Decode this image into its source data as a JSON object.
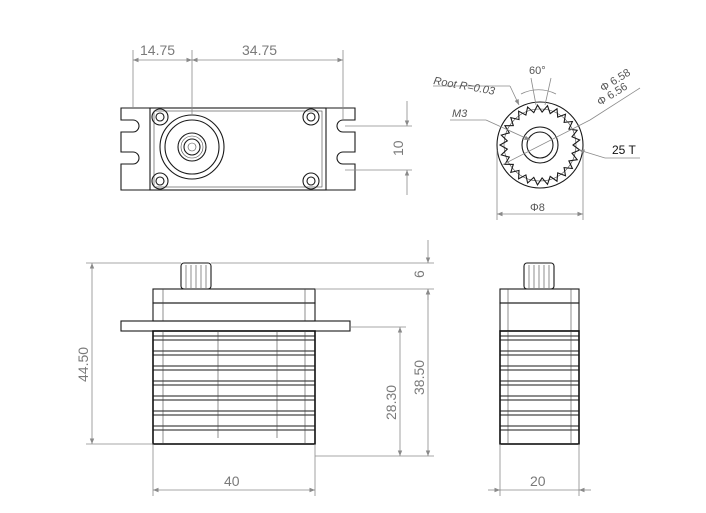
{
  "dimensions": {
    "top_left_width": "14.75",
    "top_center_width": "34.75",
    "top_height": "10",
    "spline_angle": "60°",
    "root_radius": "Root R=0.03",
    "screw": "M3",
    "outer_dia_1": "Φ 6.58",
    "outer_dia_2": "Φ 6.56",
    "teeth": "25 T",
    "spline_dia": "Φ8",
    "total_height": "44.50",
    "output_height": "6",
    "body_height": "38.50",
    "mount_height": "28.30",
    "front_width": "40",
    "side_width": "20"
  },
  "colors": {
    "line": "#1a1a1a",
    "dimension": "#8a8a8a",
    "background": "#ffffff"
  }
}
